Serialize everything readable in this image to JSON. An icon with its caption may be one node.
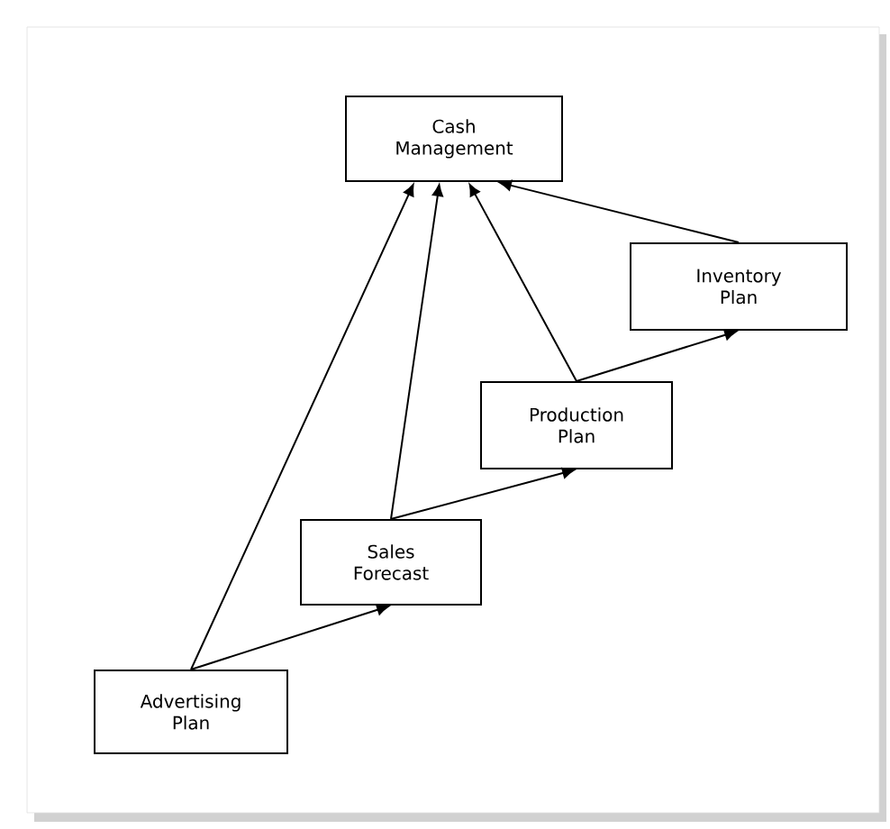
{
  "diagram": {
    "nodes": [
      {
        "text": [
          "Cash Management"
        ]
      },
      {
        "text": [
          "Inventory Plan"
        ]
      },
      {
        "text": [
          "Production Plan"
        ]
      },
      {
        "text": [
          "Sales Forecast"
        ]
      },
      {
        "text": [
          "Advertising Plan"
        ]
      }
    ],
    "edges": [
      {
        "from": 4,
        "to": 0,
        "arrow": "to"
      },
      {
        "from": 3,
        "to": 0,
        "arrow": "to"
      },
      {
        "from": 2,
        "to": 0,
        "arrow": "to"
      },
      {
        "from": 1,
        "to": 0,
        "arrow": "to"
      },
      {
        "from": 4,
        "to": 3,
        "arrow": "to"
      },
      {
        "from": 3,
        "to": 2,
        "arrow": "to"
      },
      {
        "from": 2,
        "to": 1,
        "arrow": "to"
      }
    ]
  }
}
